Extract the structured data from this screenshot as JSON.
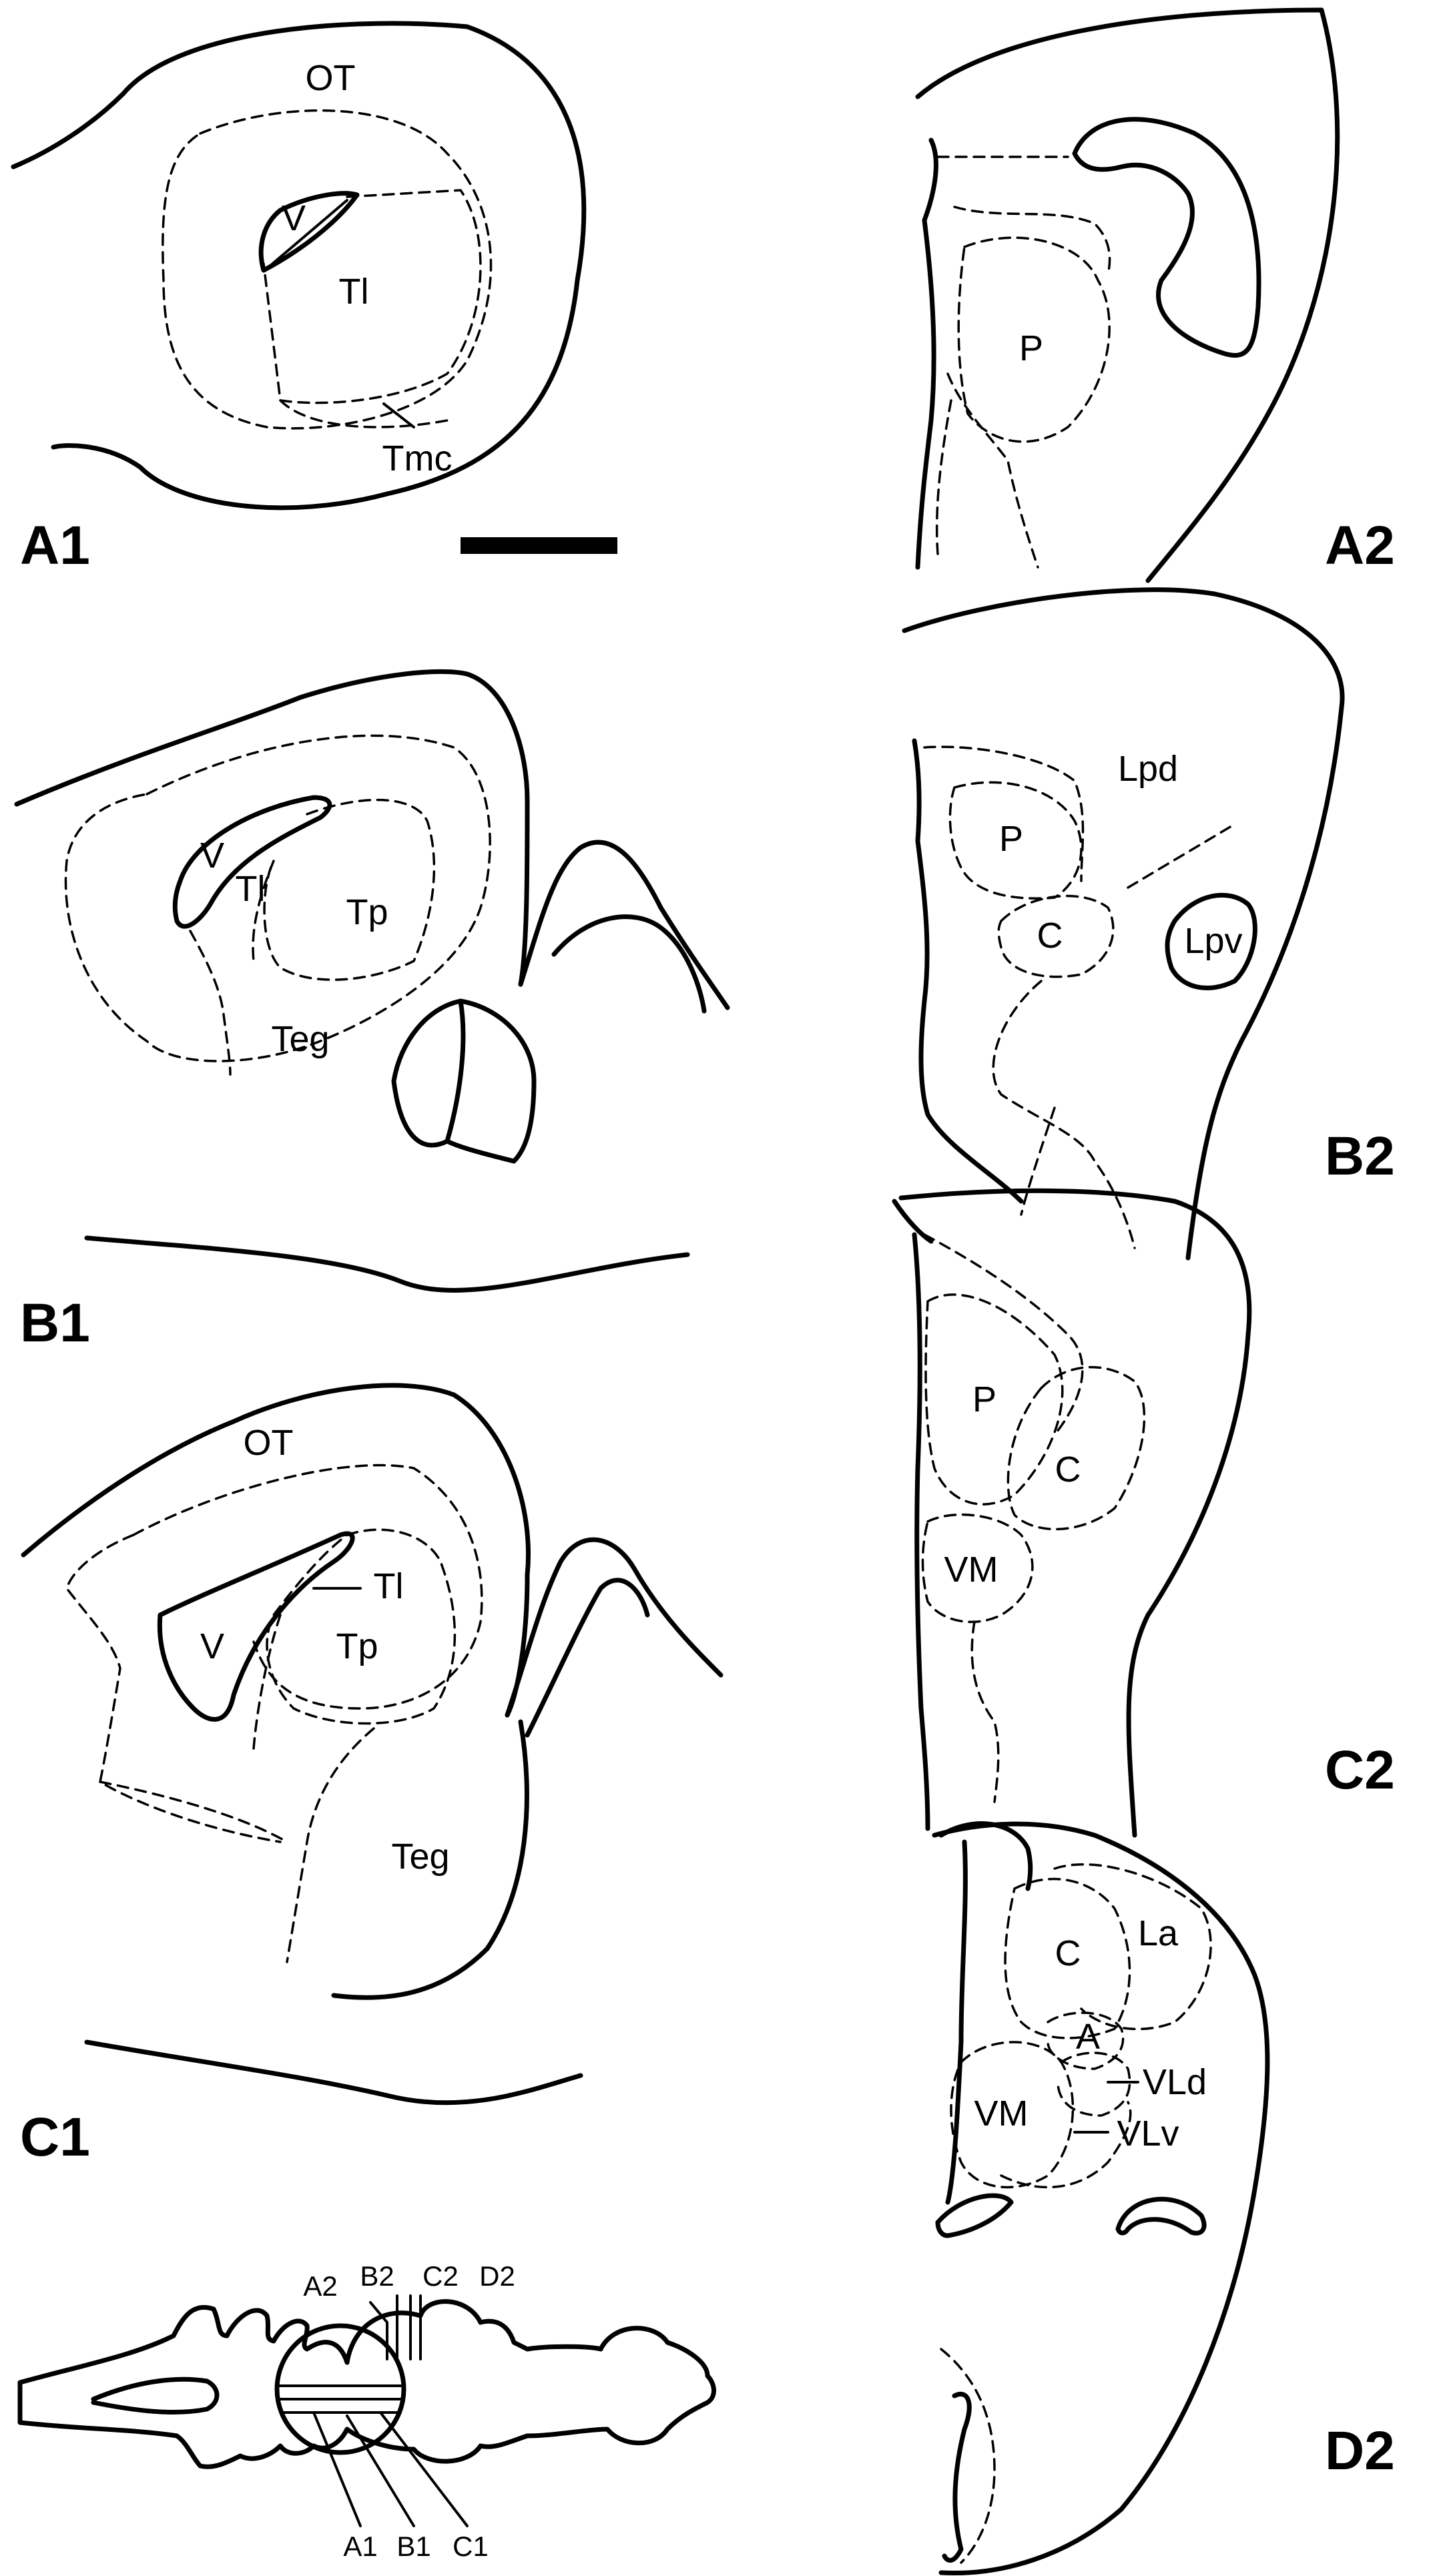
{
  "panels": {
    "a1": "A1",
    "a2": "A2",
    "b1": "B1",
    "b2": "B2",
    "c1": "C1",
    "c2": "C2",
    "d2": "D2"
  },
  "regions": {
    "a1": {
      "ot": "OT",
      "v": "V",
      "tl": "Tl",
      "tmc": "Tmc"
    },
    "a2": {
      "p": "P"
    },
    "b1": {
      "v": "V",
      "tl": "Tl",
      "tp": "Tp",
      "teg": "Teg"
    },
    "b2": {
      "lpd": "Lpd",
      "p": "P",
      "c": "C",
      "lpv": "Lpv"
    },
    "c1": {
      "ot": "OT",
      "v": "V",
      "tl": "Tl",
      "tp": "Tp",
      "teg": "Teg"
    },
    "c2": {
      "p": "P",
      "c": "C",
      "vm": "VM"
    },
    "d2": {
      "c": "C",
      "la": "La",
      "a": "A",
      "vm": "VM",
      "vld": "VLd",
      "vlv": "VLv"
    }
  },
  "brain_map": {
    "right_levels": [
      "A2",
      "B2",
      "C2",
      "D2"
    ],
    "left_levels": [
      "A1",
      "B1",
      "C1"
    ]
  }
}
